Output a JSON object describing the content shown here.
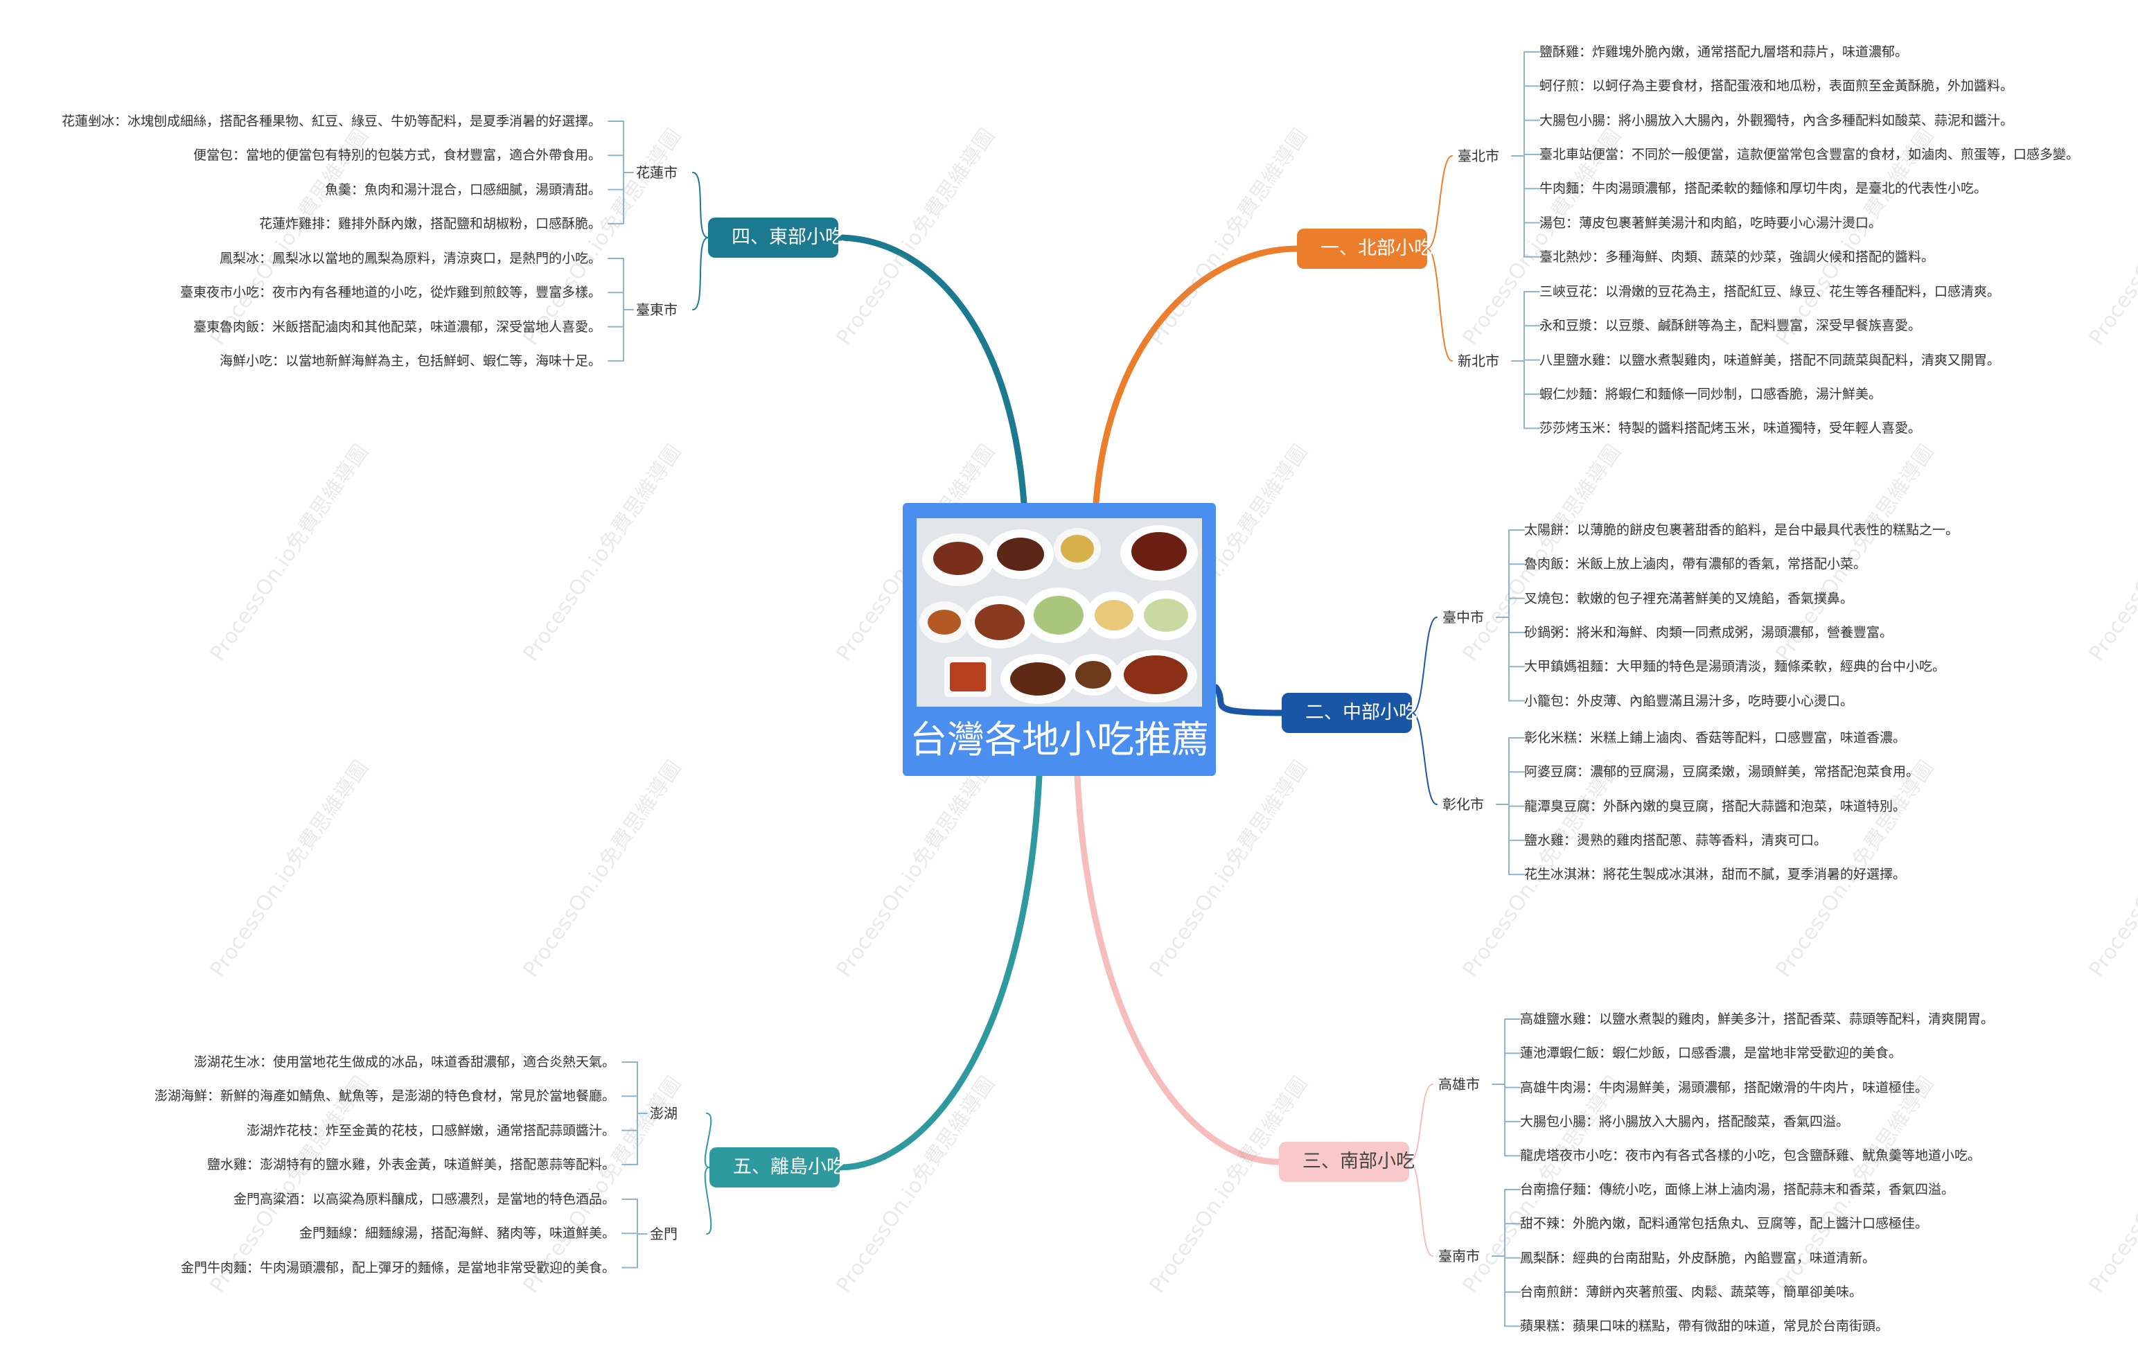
{
  "title": "台灣各地小吃推薦",
  "watermark_text": "ProcessOn.io免費思維導圖",
  "branches": [
    {
      "label": "一、北部小吃",
      "color": "#ec7e2b",
      "cities": [
        {
          "name": "臺北市",
          "items": [
            "鹽酥雞：炸雞塊外脆內嫩，通常搭配九層塔和蒜片，味道濃郁。",
            "蚵仔煎：以蚵仔為主要食材，搭配蛋液和地瓜粉，表面煎至金黃酥脆，外加醬料。",
            "大腸包小腸：將小腸放入大腸內，外觀獨特，內含多種配料如酸菜、蒜泥和醬汁。",
            "臺北車站便當：不同於一般便當，這款便當常包含豐富的食材，如滷肉、煎蛋等，口感多變。",
            "牛肉麵：牛肉湯頭濃郁，搭配柔軟的麵條和厚切牛肉，是臺北的代表性小吃。",
            "湯包：薄皮包裹著鮮美湯汁和肉餡，吃時要小心湯汁燙口。",
            "臺北熱炒：多種海鮮、肉類、蔬菜的炒菜，強調火候和搭配的醬料。"
          ]
        },
        {
          "name": "新北市",
          "items": [
            "三峽豆花：以滑嫩的豆花為主，搭配紅豆、綠豆、花生等各種配料，口感清爽。",
            "永和豆漿：以豆漿、鹹酥餅等為主，配料豐富，深受早餐族喜愛。",
            "八里鹽水雞：以鹽水煮製雞肉，味道鮮美，搭配不同蔬菜與配料，清爽又開胃。",
            "蝦仁炒麵：將蝦仁和麵條一同炒制，口感香脆，湯汁鮮美。",
            "莎莎烤玉米：特製的醬料搭配烤玉米，味道獨特，受年輕人喜愛。"
          ]
        }
      ]
    },
    {
      "label": "二、中部小吃",
      "color": "#1a56a6",
      "cities": [
        {
          "name": "臺中市",
          "items": [
            "太陽餅：以薄脆的餅皮包裹著甜香的餡料，是台中最具代表性的糕點之一。",
            "魯肉飯：米飯上放上滷肉，帶有濃郁的香氣，常搭配小菜。",
            "叉燒包：軟嫩的包子裡充滿著鮮美的叉燒餡，香氣撲鼻。",
            "砂鍋粥：將米和海鮮、肉類一同煮成粥，湯頭濃郁，營養豐富。",
            "大甲鎮媽祖麵：大甲麵的特色是湯頭清淡，麵條柔軟，經典的台中小吃。",
            "小籠包：外皮薄、內餡豐滿且湯汁多，吃時要小心燙口。"
          ]
        },
        {
          "name": "彰化市",
          "items": [
            "彰化米糕：米糕上鋪上滷肉、香菇等配料，口感豐富，味道香濃。",
            "阿婆豆腐：濃郁的豆腐湯，豆腐柔嫩，湯頭鮮美，常搭配泡菜食用。",
            "龍潭臭豆腐：外酥內嫩的臭豆腐，搭配大蒜醬和泡菜，味道特別。",
            "鹽水雞：燙熟的雞肉搭配蔥、蒜等香料，清爽可口。",
            "花生冰淇淋：將花生製成冰淇淋，甜而不膩，夏季消暑的好選擇。"
          ]
        }
      ]
    },
    {
      "label": "三、南部小吃",
      "color": "#f9c9c9",
      "cities": [
        {
          "name": "高雄市",
          "items": [
            "高雄鹽水雞：以鹽水煮製的雞肉，鮮美多汁，搭配香菜、蒜頭等配料，清爽開胃。",
            "蓮池潭蝦仁飯：蝦仁炒飯，口感香濃，是當地非常受歡迎的美食。",
            "高雄牛肉湯：牛肉湯鮮美，湯頭濃郁，搭配嫩滑的牛肉片，味道極佳。",
            "大腸包小腸：將小腸放入大腸內，搭配酸菜，香氣四溢。",
            "龍虎塔夜市小吃：夜市內有各式各樣的小吃，包含鹽酥雞、魷魚羹等地道小吃。"
          ]
        },
        {
          "name": "臺南市",
          "items": [
            "台南擔仔麵：傳統小吃，面條上淋上滷肉湯，搭配蒜末和香菜，香氣四溢。",
            "甜不辣：外脆內嫩，配料通常包括魚丸、豆腐等，配上醬汁口感極佳。",
            "鳳梨酥：經典的台南甜點，外皮酥脆，內餡豐富，味道清新。",
            "台南煎餅：薄餅內夾著煎蛋、肉鬆、蔬菜等，簡單卻美味。",
            "蘋果糕：蘋果口味的糕點，帶有微甜的味道，常見於台南街頭。"
          ]
        }
      ]
    },
    {
      "label": "四、東部小吃",
      "color": "#1b7a8f",
      "cities": [
        {
          "name": "花蓮市",
          "items": [
            "花蓮剉冰：冰塊刨成細絲，搭配各種果物、紅豆、綠豆、牛奶等配料，是夏季消暑的好選擇。",
            "便當包：當地的便當包有特別的包裝方式，食材豐富，適合外帶食用。",
            "魚羹：魚肉和湯汁混合，口感細膩，湯頭清甜。",
            "花蓮炸雞排：雞排外酥內嫩，搭配鹽和胡椒粉，口感酥脆。"
          ]
        },
        {
          "name": "臺東市",
          "items": [
            "鳳梨冰：鳳梨冰以當地的鳳梨為原料，清涼爽口，是熱門的小吃。",
            "臺東夜市小吃：夜市內有各種地道的小吃，從炸雞到煎餃等，豐富多樣。",
            "臺東魯肉飯：米飯搭配滷肉和其他配菜，味道濃郁，深受當地人喜愛。",
            "海鮮小吃：以當地新鮮海鮮為主，包括鮮蚵、蝦仁等，海味十足。"
          ]
        }
      ]
    },
    {
      "label": "五、離島小吃",
      "color": "#2e9aa0",
      "cities": [
        {
          "name": "澎湖",
          "items": [
            "澎湖花生冰：使用當地花生做成的冰品，味道香甜濃郁，適合炎熱天氣。",
            "澎湖海鮮：新鮮的海產如鯖魚、魷魚等，是澎湖的特色食材，常見於當地餐廳。",
            "澎湖炸花枝：炸至金黃的花枝，口感鮮嫩，通常搭配蒜頭醬汁。",
            "鹽水雞：澎湖特有的鹽水雞，外表金黃，味道鮮美，搭配蔥蒜等配料。"
          ]
        },
        {
          "name": "金門",
          "items": [
            "金門高粱酒：以高粱為原料釀成，口感濃烈，是當地的特色酒品。",
            "金門麵線：細麵線湯，搭配海鮮、豬肉等，味道鮮美。",
            "金門牛肉麵：牛肉湯頭濃郁，配上彈牙的麵條，是當地非常受歡迎的美食。"
          ]
        }
      ]
    }
  ]
}
